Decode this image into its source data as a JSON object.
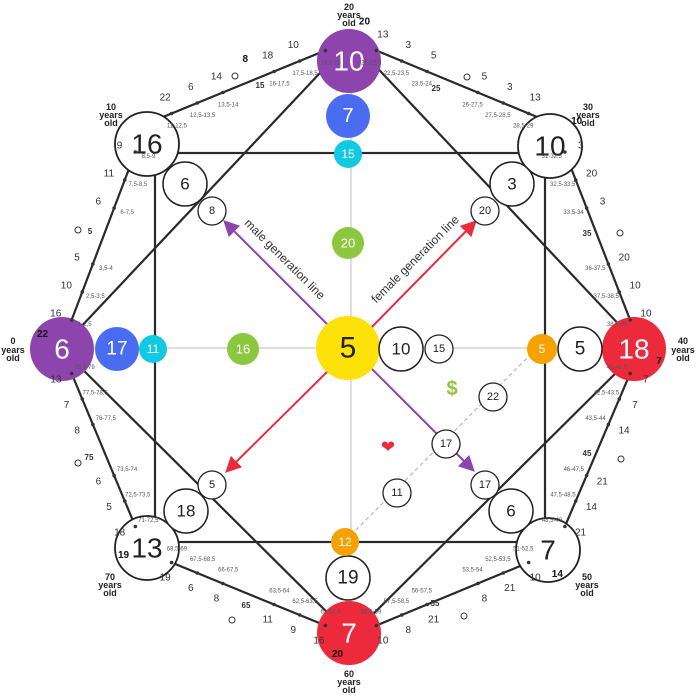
{
  "colors": {
    "purple": "#8E44AD",
    "blue": "#4A6CF0",
    "cyan": "#12C9E3",
    "green": "#8DC63F",
    "yellow": "#FFE10A",
    "orange": "#F5A100",
    "red": "#EC2A3C",
    "male_line": "#8E44AD",
    "female_line": "#EC2A3C",
    "dollar": "#8DC63F",
    "heart": "#EC2A3C"
  },
  "center": {
    "value": "5"
  },
  "axis": {
    "left_outer": "6",
    "left_blue": "17",
    "left_cyan": "11",
    "left_green": "16",
    "top_outer": "10",
    "top_blue": "7",
    "top_cyan": "15",
    "top_green": "20",
    "right_outer": "18",
    "right_white": "5",
    "right_orange": "5",
    "bottom_outer": "7",
    "bottom_white": "19",
    "bottom_orange": "12"
  },
  "corners": {
    "top_left": "16",
    "top_left_inner": "6",
    "top_left_small": "8",
    "top_right": "10",
    "top_right_inner": "3",
    "top_right_small": "20",
    "bottom_left": "13",
    "bottom_left_inner": "18",
    "bottom_left_small": "5",
    "bottom_right": "7",
    "bottom_right_inner": "6",
    "bottom_right_small": "17"
  },
  "inner": {
    "center_right_a": "10",
    "center_right_b": "15",
    "money_a": "22",
    "money_b": "17",
    "love": "11",
    "dollar_symbol": "$",
    "heart_symbol": "❤"
  },
  "line_labels": {
    "male": "male generation line",
    "female": "female generation line"
  },
  "ages": {
    "a0": "0",
    "a10": "10",
    "a20": "20",
    "a30": "30",
    "a40": "40",
    "a50": "50",
    "a60": "60",
    "a70": "70",
    "years": "years",
    "old": "old",
    "a5": "5",
    "a15": "15",
    "a25": "25",
    "a35": "35",
    "a45": "45",
    "a55": "55",
    "a65": "65",
    "a75": "75"
  },
  "segments": {
    "s1": {
      "ranges": [
        "1-2,5",
        "2,5-3,5",
        "3,5-4"
      ],
      "outer": [
        "16",
        "10",
        "5"
      ],
      "bold": "22"
    },
    "s2": {
      "ranges": [
        "6-7,5",
        "7,5-8,5",
        "8,5-9"
      ],
      "outer": [
        "6",
        "11",
        "9"
      ]
    },
    "s3": {
      "ranges": [
        "11-12,5",
        "12,5-13,5",
        "13,5-14"
      ],
      "outer": [
        "22",
        "6",
        "14"
      ]
    },
    "s4": {
      "ranges": [
        "16-17,5",
        "17,5-18,5",
        "18,5-19"
      ],
      "outer": [
        "18",
        "10"
      ],
      "bold": "8"
    },
    "s5": {
      "ranges": [
        "21-22,5",
        "22,5-23,5",
        "23,5-24"
      ],
      "outer": [
        "13",
        "3",
        "5"
      ],
      "bold": "20"
    },
    "s6": {
      "ranges": [
        "26-27,5",
        "27,5-28,5",
        "28,5-29"
      ],
      "outer": [
        "5",
        "3",
        "13"
      ]
    },
    "s7": {
      "ranges": [
        "31-32,5",
        "32,5-33,5",
        "33,5-34"
      ],
      "outer": [
        "3",
        "20",
        "3"
      ],
      "bold": "10"
    },
    "s8": {
      "ranges": [
        "36-37,5",
        "37,5-38,5",
        "38,5-39"
      ],
      "outer": [
        "20",
        "10",
        "10"
      ]
    },
    "s9": {
      "ranges": [
        "41-42,5",
        "42,5-43,5",
        "43,5-44"
      ],
      "outer": [
        "7",
        "7",
        "14"
      ],
      "bold": "7"
    },
    "s10": {
      "ranges": [
        "46-47,5",
        "47,5-48,5",
        "48,5-49"
      ],
      "outer": [
        "21",
        "14",
        "21"
      ]
    },
    "s11": {
      "ranges": [
        "51-52,5",
        "52,5-53,5",
        "53,5-54"
      ],
      "outer": [
        "10",
        "21",
        "8"
      ],
      "bold": "14"
    },
    "s12": {
      "ranges": [
        "56-57,5",
        "57,5-58,5",
        "58,5-59"
      ],
      "outer": [
        "21",
        "8",
        "10"
      ]
    },
    "s13": {
      "ranges": [
        "61-62,5",
        "62,5-63,5",
        "63,5-64"
      ],
      "outer": [
        "16",
        "9",
        "11"
      ],
      "bold": "20"
    },
    "s14": {
      "ranges": [
        "66-67,5",
        "67,5-68,5",
        "68,5-69"
      ],
      "outer": [
        "8",
        "6",
        "19"
      ]
    },
    "s15": {
      "ranges": [
        "71-72,5",
        "72,5-73,5",
        "73,5-74"
      ],
      "outer": [
        "18",
        "5",
        "6"
      ],
      "bold": "19"
    },
    "s16": {
      "ranges": [
        "76-77,5",
        "77,5-78,5",
        "78,5-79"
      ],
      "outer": [
        "8",
        "7",
        "13"
      ]
    }
  }
}
